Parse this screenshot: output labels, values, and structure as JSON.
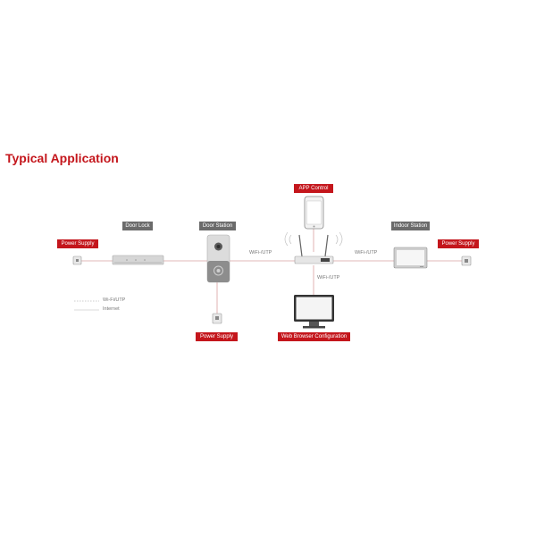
{
  "title": "Typical Application",
  "tags": {
    "app_control": "APP Control",
    "door_lock": "Door Lock",
    "door_station": "Door Station",
    "indoor_station": "Indoor Station",
    "power_supply_left": "Power Supply",
    "power_supply_right": "Power Supply",
    "power_supply_bottom": "Power Supply",
    "web_browser": "Web Browser Configuration"
  },
  "links": {
    "wifi_utp_left": "WiFi-/UTP",
    "wifi_utp_right": "WiFi-/UTP",
    "wifi_utp_down": "WiFi-/UTP"
  },
  "legend": {
    "wifi": "Wi-Fi/UTP",
    "internet": "Internet"
  },
  "colors": {
    "accent_red": "#c4161c",
    "tag_grey": "#6b6b6b"
  }
}
